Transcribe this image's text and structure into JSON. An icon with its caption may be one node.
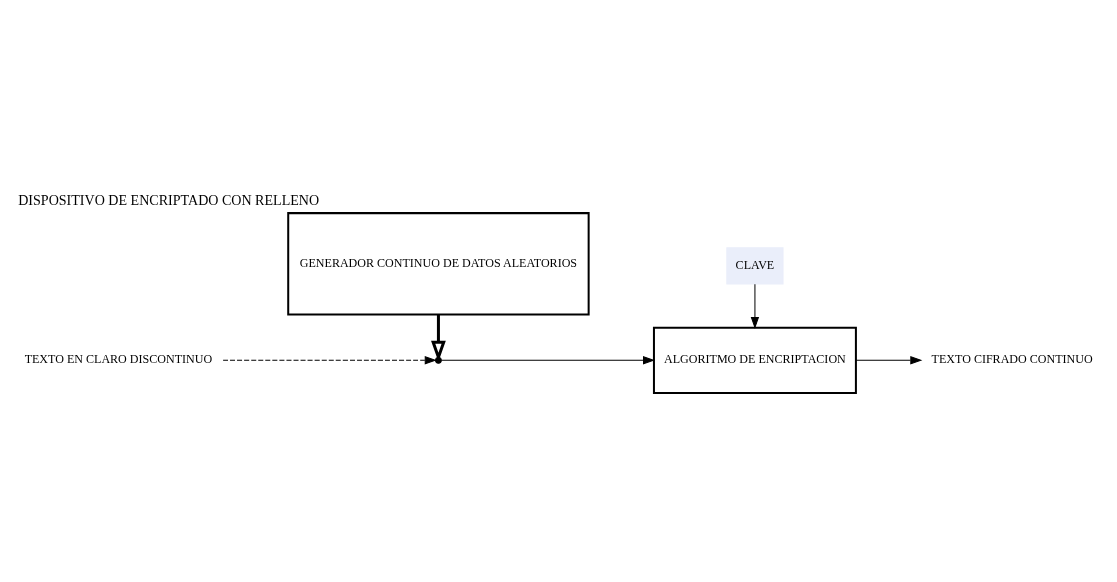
{
  "diagram": {
    "title": "DISPOSITIVO DE ENCRIPTADO CON RELLENO",
    "nodes": [
      {
        "text": [
          "CLAVE"
        ]
      },
      {
        "text": [
          "TEXTO EN CLARO DISCONTINUO"
        ]
      },
      {
        "text": [],
        "shape": "switch"
      },
      {
        "text": [
          "ALGORITMO DE ENCRIPTACION"
        ]
      },
      {
        "text": [
          "TEXTO CIFRADO CONTINUO"
        ]
      },
      {
        "text": [
          "GENERADOR CONTINUO DE DATOS ALEATORIOS"
        ]
      }
    ],
    "edges": [
      {
        "from": 0,
        "to": 3,
        "arrow": "to"
      },
      {
        "from": 1,
        "to": 2,
        "arrow": "to",
        "style": "dashed"
      },
      {
        "from": 2,
        "to": 3,
        "arrow": "to"
      },
      {
        "from": 3,
        "to": 4,
        "arrow": "to"
      },
      {
        "from": 5,
        "to": 2,
        "arrow": "to",
        "style": "thick"
      }
    ]
  }
}
